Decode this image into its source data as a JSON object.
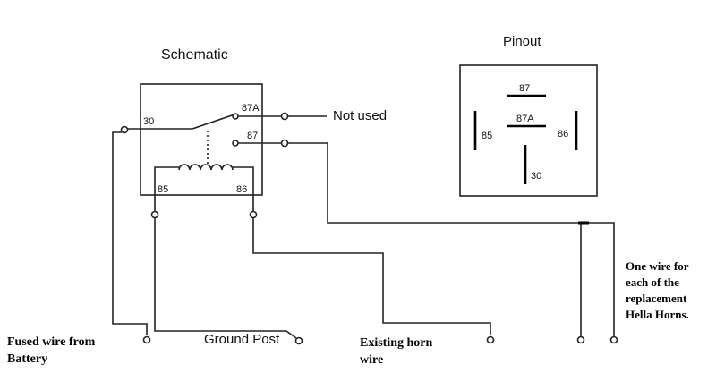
{
  "schematic": {
    "title": "Schematic",
    "pins": {
      "p30": "30",
      "p87a": "87A",
      "p87": "87",
      "p85": "85",
      "p86": "86"
    }
  },
  "pinout": {
    "title": "Pinout",
    "pins": {
      "p87": "87",
      "p87a": "87A",
      "p85": "85",
      "p86": "86",
      "p30": "30"
    }
  },
  "labels": {
    "not_used": "Not used",
    "fused_wire": [
      "Fused wire from",
      "Battery"
    ],
    "ground_post": "Ground Post",
    "existing_horn": [
      "Existing horn",
      "wire"
    ],
    "hella": [
      "One wire for",
      "each of the",
      "replacement",
      "Hella Horns."
    ]
  }
}
